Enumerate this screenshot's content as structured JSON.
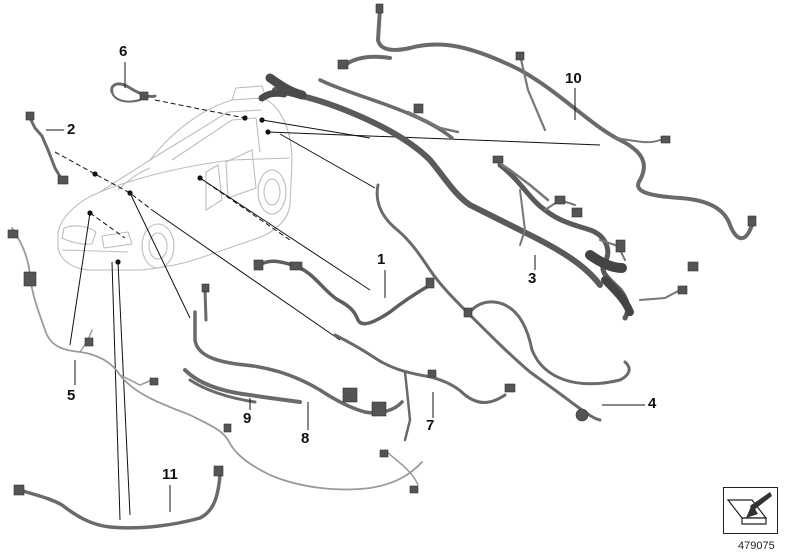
{
  "diagram": {
    "callouts": [
      {
        "id": "c1",
        "label": "1"
      },
      {
        "id": "c2",
        "label": "2"
      },
      {
        "id": "c3",
        "label": "3"
      },
      {
        "id": "c4",
        "label": "4"
      },
      {
        "id": "c5",
        "label": "5"
      },
      {
        "id": "c6",
        "label": "6"
      },
      {
        "id": "c7",
        "label": "7"
      },
      {
        "id": "c8",
        "label": "8"
      },
      {
        "id": "c9",
        "label": "9"
      },
      {
        "id": "c10",
        "label": "10"
      },
      {
        "id": "c11",
        "label": "11"
      }
    ],
    "figure_number": "479075",
    "nav_icon": "arrow-down-left-icon",
    "colors": {
      "harness": "#5e5e5e",
      "harness_light": "#9a9a9a",
      "car_outline": "#bdbdbd",
      "leader": "#111111"
    }
  }
}
